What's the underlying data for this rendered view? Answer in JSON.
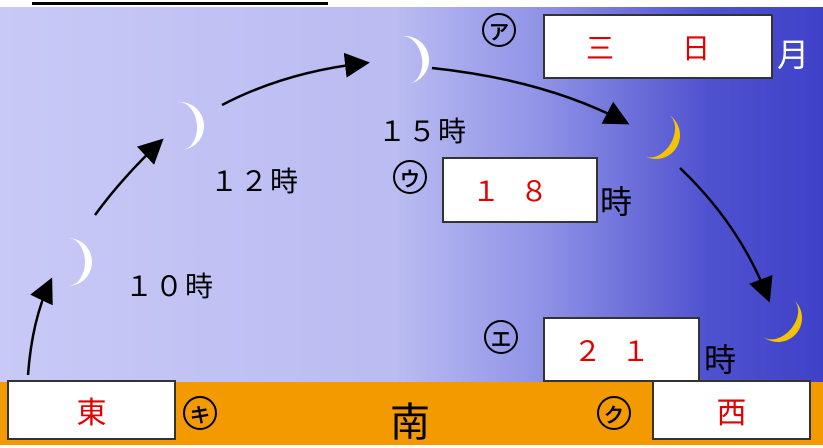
{
  "times": {
    "t10": "１０時",
    "t12": "１２時",
    "t15": "１５時"
  },
  "questions": {
    "a": {
      "mark": "ア",
      "answer": "三　日",
      "unit": "月"
    },
    "u": {
      "mark": "ウ",
      "answer": "１８",
      "unit": "時"
    },
    "e": {
      "mark": "エ",
      "answer": "２１",
      "unit": "時"
    },
    "ki": {
      "mark": "キ"
    },
    "ku": {
      "mark": "ク"
    }
  },
  "directions": {
    "east": "東",
    "south": "南",
    "west": "西"
  },
  "colors": {
    "sky_left": "#c8c9f6",
    "sky_right": "#3f41c8",
    "ground": "#f39a00",
    "moon_light": "#ffffff",
    "moon_dark": "#f5c400",
    "answer_text": "#e00000"
  },
  "icons": [
    "crescent-moon-icon",
    "arrow-icon"
  ]
}
